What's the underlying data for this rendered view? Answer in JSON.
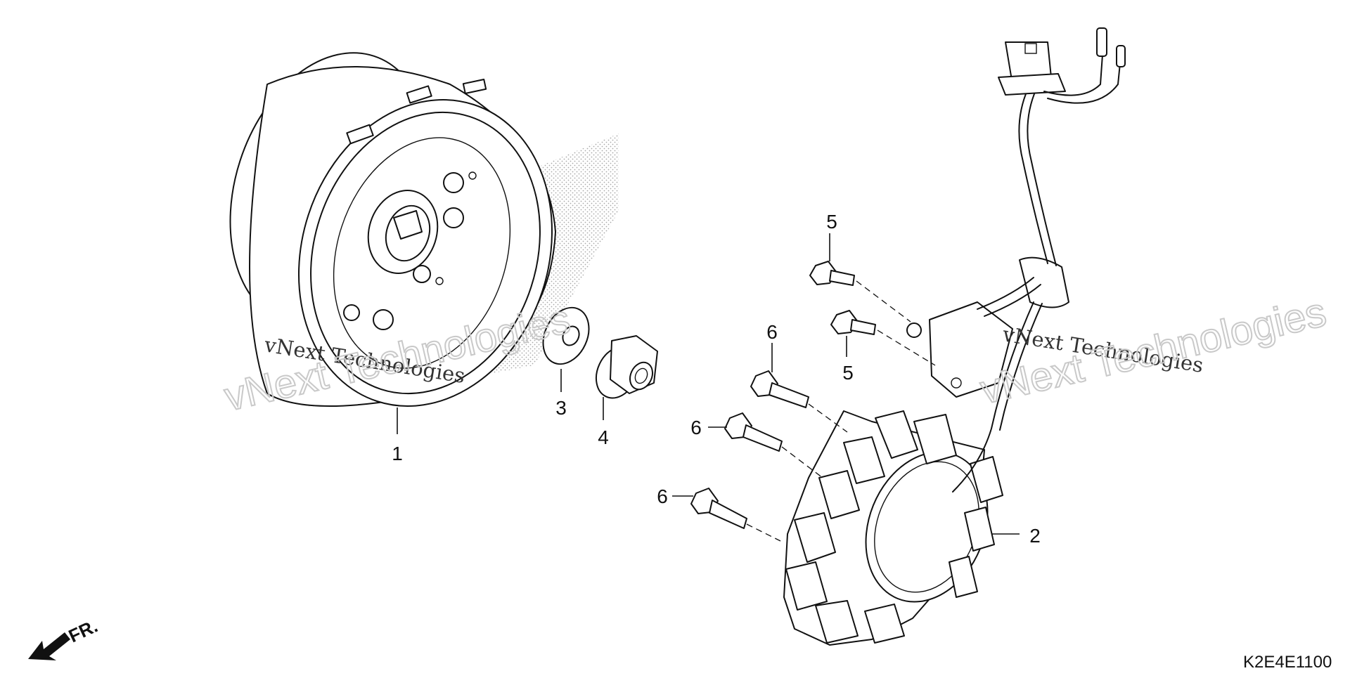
{
  "parts": [
    {
      "ref": "1",
      "label": "1"
    },
    {
      "ref": "2",
      "label": "2"
    },
    {
      "ref": "3",
      "label": "3"
    },
    {
      "ref": "4",
      "label": "4"
    },
    {
      "ref": "5",
      "label": "5"
    },
    {
      "ref": "6",
      "label": "6"
    }
  ],
  "callouts": {
    "flywheel": "1",
    "stator": "2",
    "washer": "3",
    "nut": "4",
    "bolt5_upper": "5",
    "bolt5_lower": "5",
    "bolt6_a": "6",
    "bolt6_b": "6",
    "bolt6_c": "6"
  },
  "direction_marker": "FR.",
  "diagram_code": "K2E4E1100",
  "watermark": {
    "line1": "vNext Technologies",
    "outline": "vNext Technologies"
  }
}
